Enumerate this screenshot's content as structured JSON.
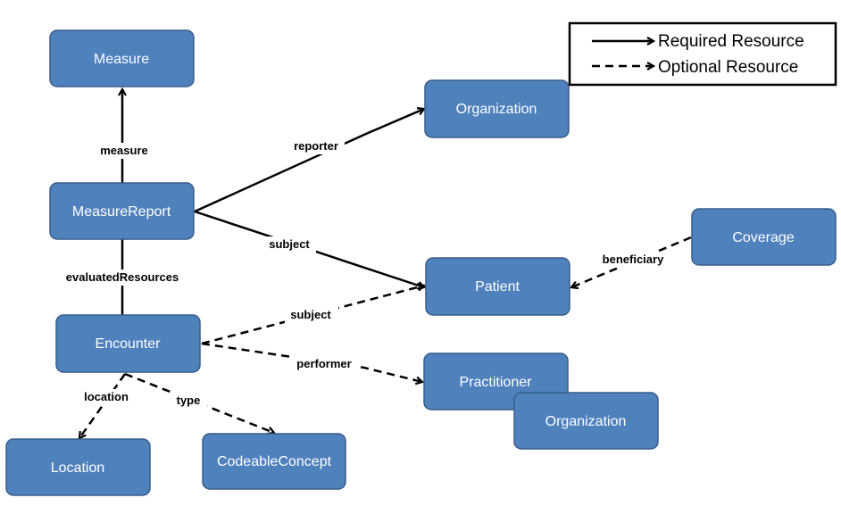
{
  "legend": {
    "required": "Required Resource",
    "optional": "Optional Resource"
  },
  "nodes": {
    "measure": "Measure",
    "measurereport": "MeasureReport",
    "encounter": "Encounter",
    "location": "Location",
    "codeableconcept": "CodeableConcept",
    "organization_top": "Organization",
    "patient": "Patient",
    "coverage": "Coverage",
    "practitioner": "Practitioner",
    "organization_bottom": "Organization"
  },
  "edges": {
    "measure": "measure",
    "reporter": "reporter",
    "subject_report": "subject",
    "evaluated_resources": "evaluatedResources",
    "subject_encounter": "subject",
    "performer": "performer",
    "beneficiary": "beneficiary",
    "location": "location",
    "type": "type"
  },
  "colors": {
    "node_fill": "#4f81bd",
    "node_border": "#385d8a",
    "node_text": "#ffffff",
    "line": "#000000"
  }
}
